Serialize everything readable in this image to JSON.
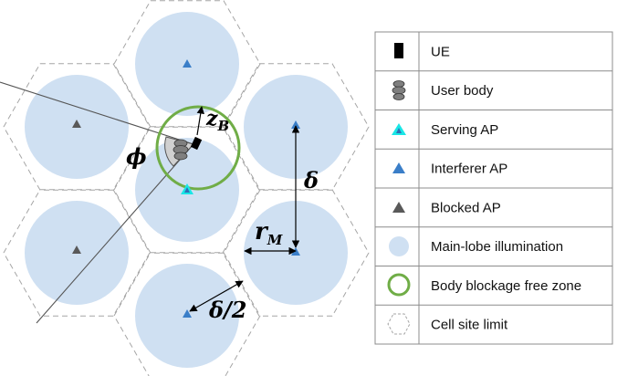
{
  "colors": {
    "lobe": "#cfe0f2",
    "hex_stroke": "#a6a6a6",
    "interferer": "#3a7ec8",
    "blocked": "#595959",
    "serving": "#19e6e6",
    "free_zone": "#70ad47",
    "ue": "#000000",
    "body": "#7f7f7f",
    "legend_border": "#8c8c8c"
  },
  "diagram": {
    "labels": {
      "zb_main": "z",
      "zb_sub": "B",
      "phi": "ϕ",
      "delta": "δ",
      "rm_main": "r",
      "rm_sub": "M",
      "delta_half": "δ/2"
    },
    "cells": [
      {
        "id": "top",
        "ap": "interferer-ap"
      },
      {
        "id": "upper-left",
        "ap": "blocked-ap"
      },
      {
        "id": "upper-right",
        "ap": "interferer-ap"
      },
      {
        "id": "center",
        "ap": "serving-ap"
      },
      {
        "id": "lower-left",
        "ap": "blocked-ap"
      },
      {
        "id": "lower-right",
        "ap": "interferer-ap"
      },
      {
        "id": "bottom",
        "ap": "interferer-ap"
      }
    ]
  },
  "legend": {
    "items": [
      {
        "icon": "ue-icon",
        "label": "UE"
      },
      {
        "icon": "user-body-icon",
        "label": "User body"
      },
      {
        "icon": "serving-ap-icon",
        "label": "Serving AP"
      },
      {
        "icon": "interferer-ap-icon",
        "label": "Interferer AP"
      },
      {
        "icon": "blocked-ap-icon",
        "label": "Blocked AP"
      },
      {
        "icon": "main-lobe-icon",
        "label": "Main-lobe illumination"
      },
      {
        "icon": "free-zone-icon",
        "label": "Body blockage free zone"
      },
      {
        "icon": "cell-limit-icon",
        "label": "Cell site limit"
      }
    ]
  }
}
